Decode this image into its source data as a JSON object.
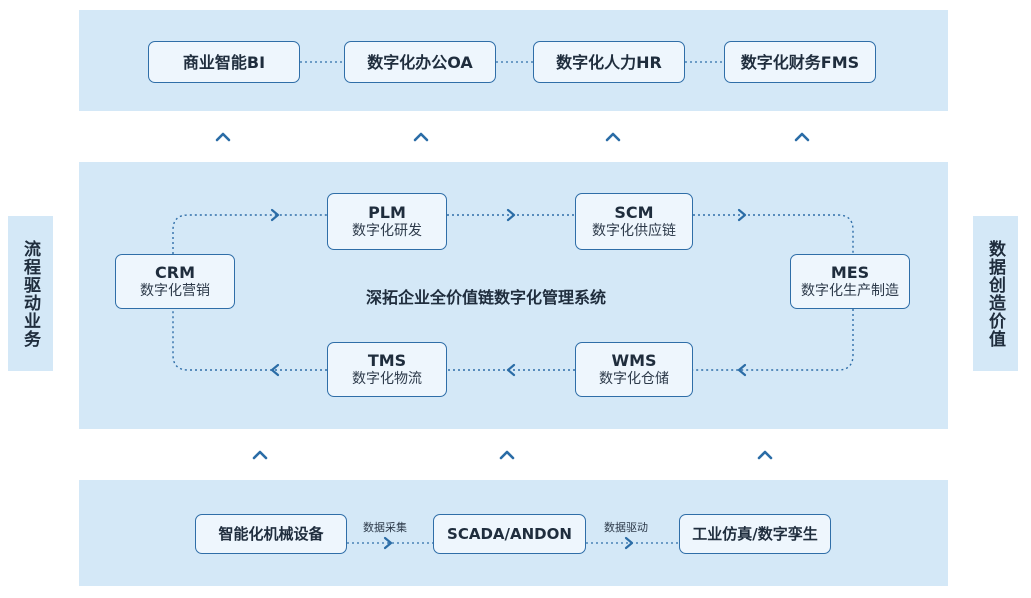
{
  "top_row": {
    "items": [
      {
        "label": "商业智能BI"
      },
      {
        "label": "数字化办公OA"
      },
      {
        "label": "数字化人力HR"
      },
      {
        "label": "数字化财务FMS"
      }
    ]
  },
  "middle": {
    "title": "深拓企业全价值链数字化管理系统",
    "nodes": {
      "plm": {
        "code": "PLM",
        "name": "数字化研发"
      },
      "scm": {
        "code": "SCM",
        "name": "数字化供应链"
      },
      "crm": {
        "code": "CRM",
        "name": "数字化营销"
      },
      "mes": {
        "code": "MES",
        "name": "数字化生产制造"
      },
      "tms": {
        "code": "TMS",
        "name": "数字化物流"
      },
      "wms": {
        "code": "WMS",
        "name": "数字化仓储"
      }
    }
  },
  "bottom_row": {
    "items": [
      {
        "label": "智能化机械设备"
      },
      {
        "label": "SCADA/ANDON"
      },
      {
        "label": "工业仿真/数字孪生"
      }
    ],
    "connectors": [
      {
        "label": "数据采集"
      },
      {
        "label": "数据驱动"
      }
    ]
  },
  "side_left": {
    "label": "流程驱动业务"
  },
  "side_right": {
    "label": "数据创造价值"
  },
  "colors": {
    "band": "#d4e8f7",
    "border": "#2f6ea8",
    "arrow": "#2a6ca6"
  }
}
